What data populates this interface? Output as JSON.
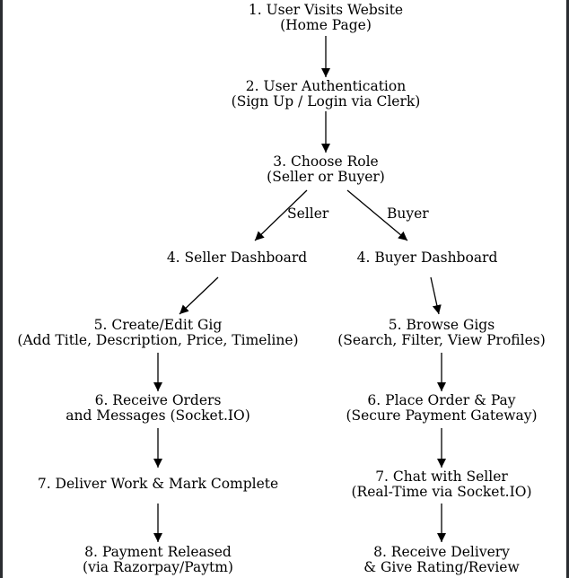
{
  "nodes": {
    "visit": {
      "line1": "1. User Visits Website",
      "line2": "(Home Page)"
    },
    "auth": {
      "line1": "2. User Authentication",
      "line2": "(Sign Up / Login via Clerk)"
    },
    "role": {
      "line1": "3. Choose Role",
      "line2": "(Seller or Buyer)"
    },
    "seller_dashboard": {
      "line1": "4. Seller Dashboard"
    },
    "buyer_dashboard": {
      "line1": "4. Buyer Dashboard"
    },
    "create_gig": {
      "line1": "5. Create/Edit Gig",
      "line2": "(Add Title, Description, Price, Timeline)"
    },
    "browse_gigs": {
      "line1": "5. Browse Gigs",
      "line2": "(Search, Filter, View Profiles)"
    },
    "receive_orders": {
      "line1": "6. Receive Orders",
      "line2": "and Messages (Socket.IO)"
    },
    "place_order": {
      "line1": "6. Place Order & Pay",
      "line2": "(Secure Payment Gateway)"
    },
    "deliver_work": {
      "line1": "7. Deliver Work & Mark Complete"
    },
    "chat_seller": {
      "line1": "7. Chat with Seller",
      "line2": "(Real-Time via Socket.IO)"
    },
    "payment_released": {
      "line1": "8. Payment Released",
      "line2": "(via Razorpay/Paytm)"
    },
    "receive_delivery": {
      "line1": "8. Receive Delivery",
      "line2": "& Give Rating/Review"
    }
  },
  "edge_labels": {
    "seller": "Seller",
    "buyer": "Buyer"
  },
  "colors": {
    "background": "#ffffff",
    "frame": "#2b2d31",
    "stroke": "#000000",
    "text": "#000000"
  }
}
